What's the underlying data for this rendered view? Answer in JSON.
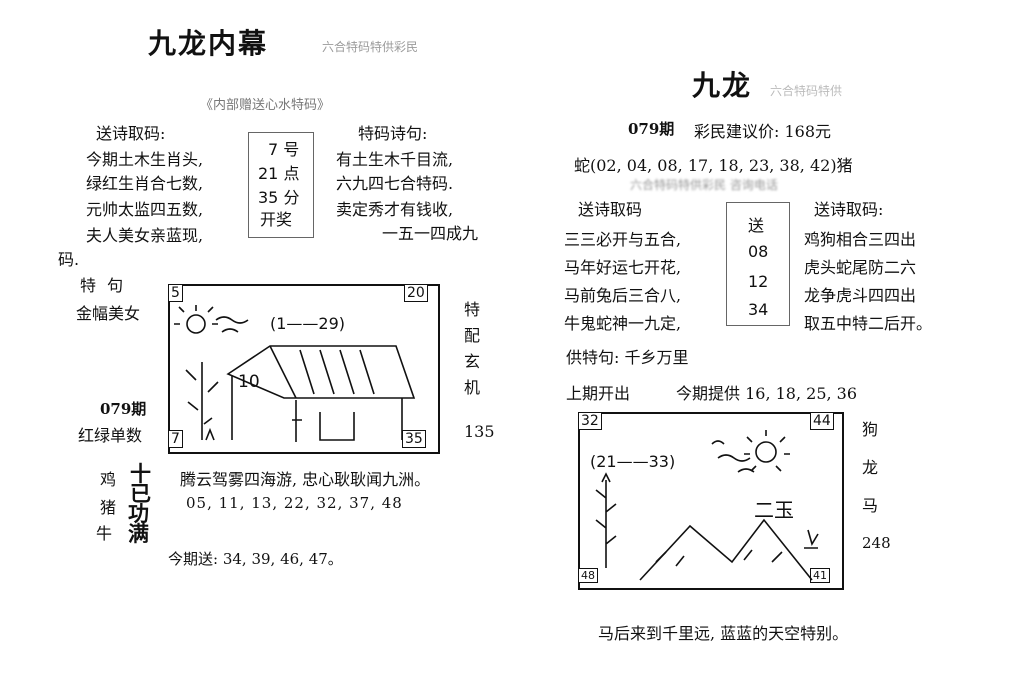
{
  "left": {
    "title": "九龙内幕",
    "subtitle": "六合特码特供彩民",
    "tagline": "《内部赠送心水特码》",
    "poem_head": "送诗取码:",
    "poem": [
      "今期土木生肖头,",
      "绿红生肖合七数,",
      "元帅太监四五数,",
      "夫人美女亲蓝现,"
    ],
    "poem_tail": "码.",
    "time_box": [
      "7 号",
      "21 点",
      "35 分",
      "开奖"
    ],
    "special_head": "特码诗句:",
    "special": [
      "有土生木千目流,",
      "六九四七合特码.",
      "卖定秀才有钱收,",
      "一五一四成九"
    ],
    "te_ju": "特 句",
    "jinfu": "金幅美女",
    "issue": "079期",
    "hongluu": "红绿单数",
    "pic": {
      "tl": "5",
      "tr": "20",
      "bl": "7",
      "br": "35",
      "n10": "10",
      "arrow": "(1——29)"
    },
    "side_v": [
      "特",
      "配",
      "玄",
      "机"
    ],
    "side_num": "135",
    "animals": [
      "鸡",
      "猪",
      "牛"
    ],
    "big": [
      "十",
      "已",
      "功",
      "满"
    ],
    "verse": "腾云驾雾四海游, 忠心耿耿闻九洲。",
    "nums": "05, 11, 13, 22, 32, 37, 48",
    "today": "今期送: 34, 39, 46, 47。"
  },
  "right": {
    "title": "九龙",
    "subtitle": "六合特码特供",
    "issue": "079期",
    "price": "彩民建议价: 168元",
    "snake_line": "蛇(02, 04, 08, 17, 18, 23, 38, 42)猪",
    "blurred_line": "六合特码特供彩民 咨询电话",
    "poem_head_l": "送诗取码",
    "poem_l": [
      "三三必开与五合,",
      "马年好运七开花,",
      "马前兔后三合八,",
      "牛鬼蛇神一九定,"
    ],
    "box": [
      "送",
      "08",
      "12",
      "34"
    ],
    "poem_head_r": "送诗取码:",
    "poem_r": [
      "鸡狗相合三四出",
      "虎头蛇尾防二六",
      "龙争虎斗四四出",
      "取五中特二后开。"
    ],
    "gong": "供特句: 千乡万里",
    "last": "上期开出",
    "tgives": "今期提供 16, 18, 25, 36",
    "pic": {
      "tl": "32",
      "tr": "44",
      "bl": "48",
      "br": "41",
      "arrow": "(21——33)",
      "text": "二玉"
    },
    "side_v": [
      "狗",
      "龙",
      "马"
    ],
    "side_num": "248",
    "bottom": "马后来到千里远, 蓝蓝的天空特别。"
  }
}
